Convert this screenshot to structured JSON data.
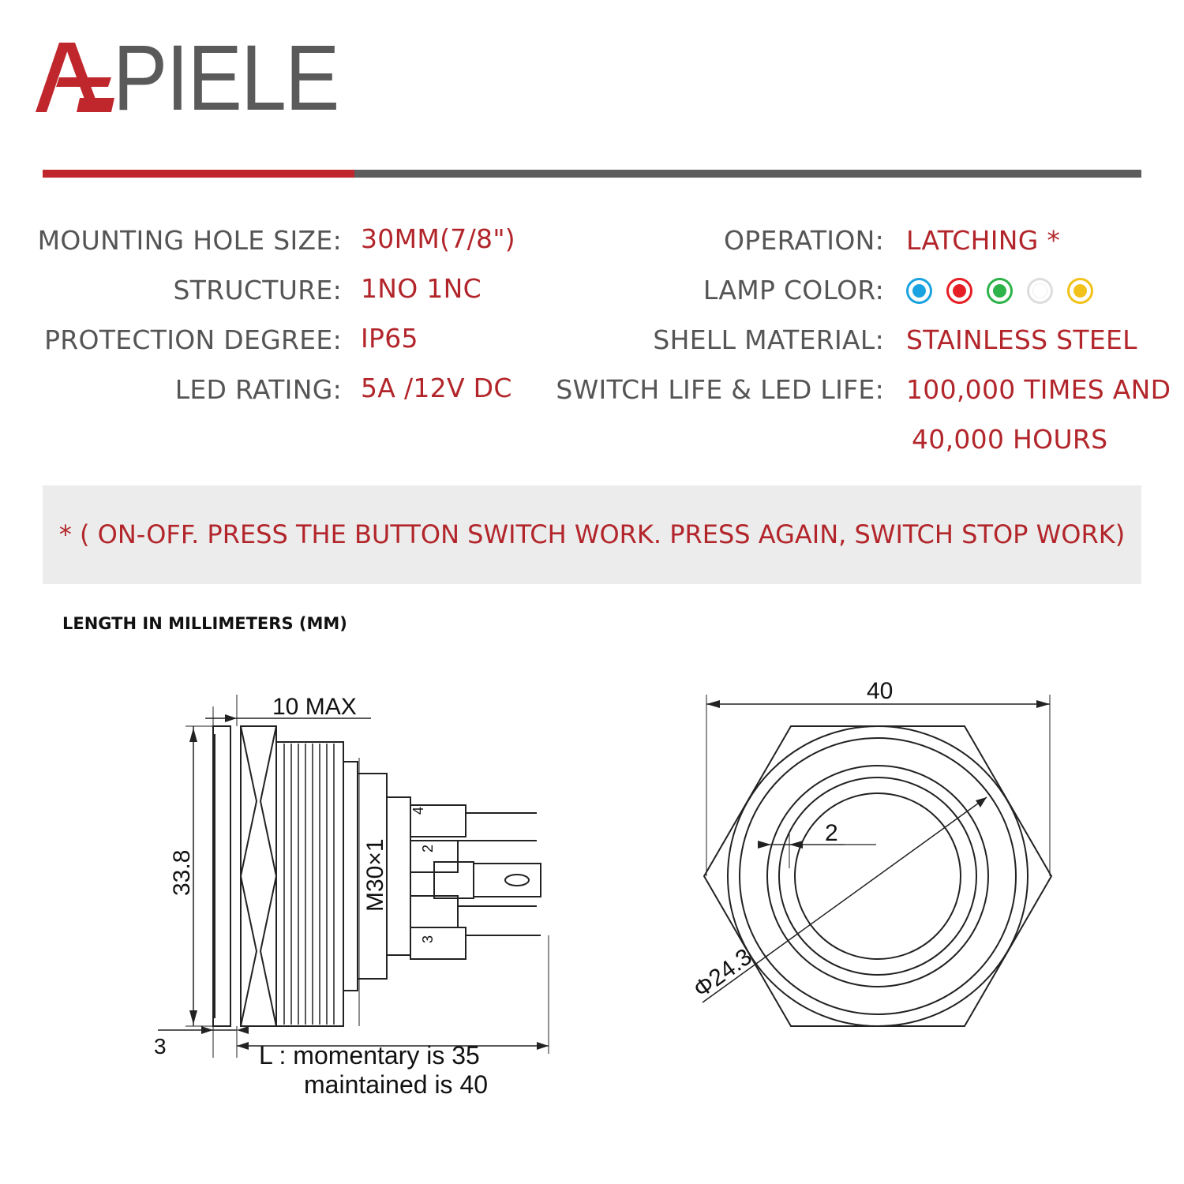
{
  "brand": {
    "logo_text": "PIELE",
    "accent": "#c0272d",
    "dark": "#5d5d5d"
  },
  "specs": {
    "left": [
      {
        "label": "MOUNTING HOLE SIZE:",
        "value": "30MM(7/8\")"
      },
      {
        "label": "STRUCTURE:",
        "value": "1NO 1NC"
      },
      {
        "label": "PROTECTION DEGREE:",
        "value": "IP65"
      },
      {
        "label": "LED RATING:",
        "value": "5A /12V DC"
      }
    ],
    "right": [
      {
        "label": "OPERATION:",
        "value": "LATCHING  *"
      },
      {
        "label": "LAMP COLOR:",
        "value": ""
      },
      {
        "label": "SHELL MATERIAL:",
        "value": "STAINLESS STEEL"
      },
      {
        "label": "SWITCH LIFE & LED LIFE:",
        "value": "100,000 TIMES AND",
        "value2": "40,000 HOURS"
      }
    ],
    "lamp_colors": [
      "#1aa3e0",
      "#e51f25",
      "#2db34a",
      "#ffffff",
      "#f2c21a"
    ]
  },
  "note": "*  ( ON-OFF. PRESS THE BUTTON SWITCH WORK. PRESS AGAIN, SWITCH STOP WORK)",
  "units_label": "LENGTH IN MILLIMETERS (MM)",
  "side_view": {
    "dim_top": "10 MAX",
    "dim_height": "33.8",
    "thread": "M30×1",
    "dim_bottom": "3",
    "length_line1": "L : momentary is 35",
    "length_line2": "maintained is 40",
    "pins": [
      "4",
      "2",
      "3"
    ]
  },
  "front_view": {
    "dim_width": "40",
    "dim_ring": "2",
    "dim_diameter": "Φ24.3"
  }
}
